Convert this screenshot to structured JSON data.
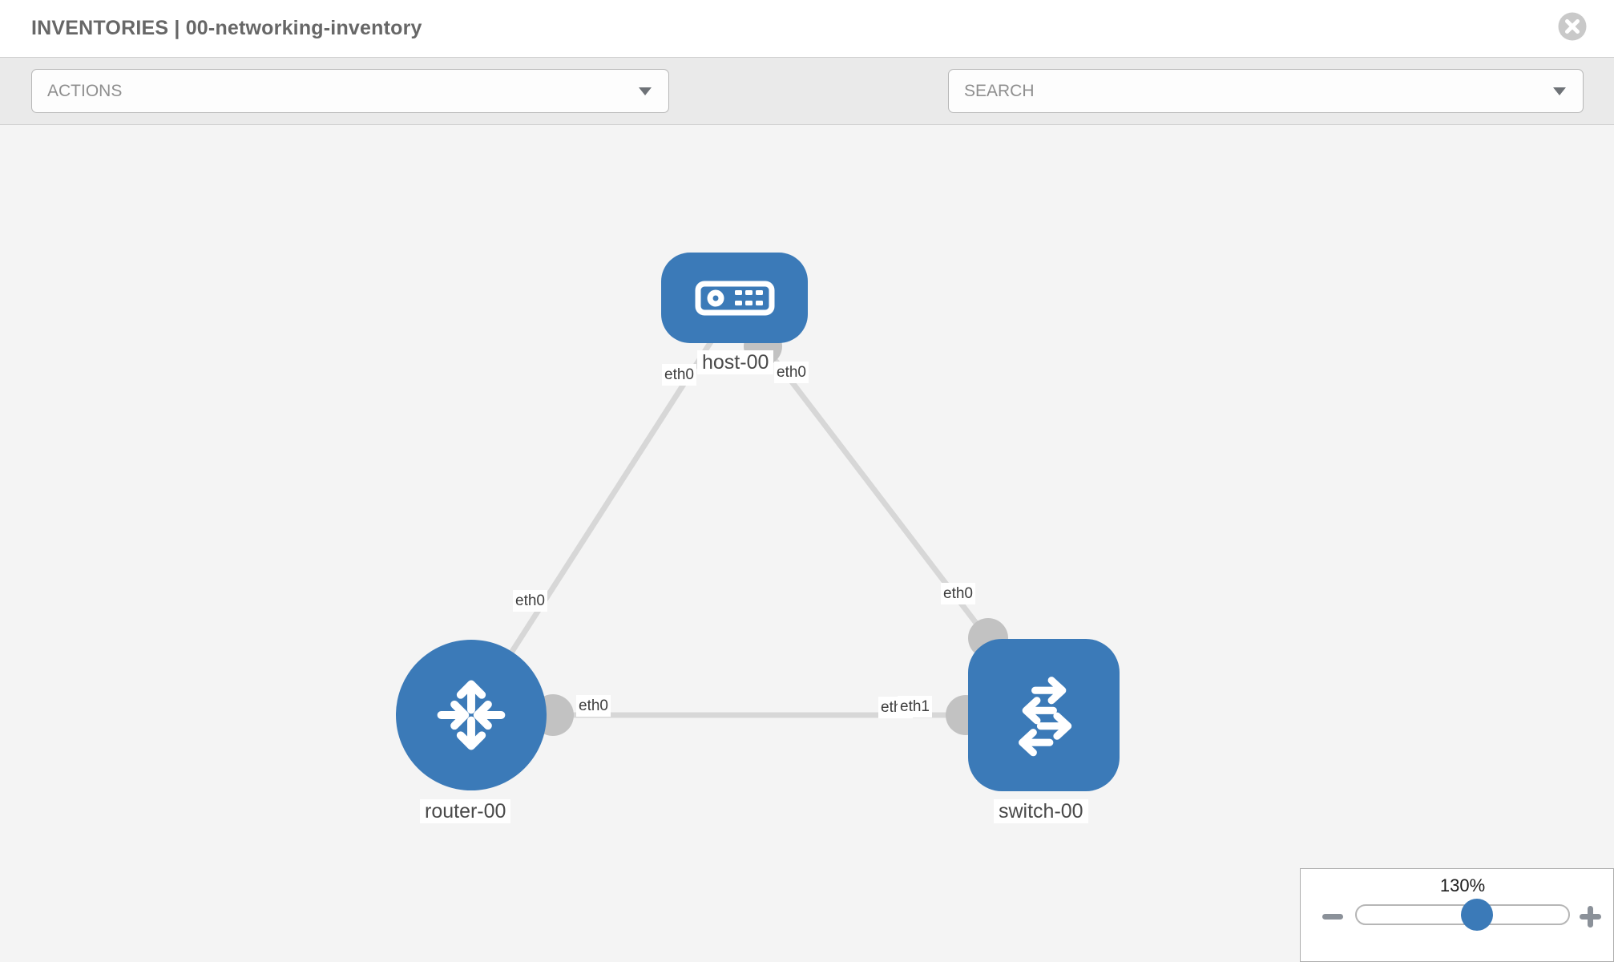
{
  "header": {
    "title": "INVENTORIES | 00-networking-inventory"
  },
  "toolbar": {
    "actions_label": "ACTIONS",
    "search_label": "SEARCH",
    "icons": [
      "wrench-icon",
      "key-icon"
    ]
  },
  "topology": {
    "nodes": [
      {
        "id": "host-00",
        "type": "host",
        "label": "host-00"
      },
      {
        "id": "router-00",
        "type": "router",
        "label": "router-00"
      },
      {
        "id": "switch-00",
        "type": "switch",
        "label": "switch-00"
      }
    ],
    "links": [
      {
        "from": "router-00",
        "to": "host-00",
        "from_port": "eth0",
        "to_port": "eth0"
      },
      {
        "from": "host-00",
        "to": "switch-00",
        "from_port": "eth0",
        "to_port": "eth0"
      },
      {
        "from": "router-00",
        "to": "switch-00",
        "from_port": "eth0",
        "to_port": "eth1"
      }
    ],
    "port_labels": [
      {
        "id": "host-left",
        "text": "eth0"
      },
      {
        "id": "host-right",
        "text": "eth0"
      },
      {
        "id": "link-router-host-mid",
        "text": "eth0"
      },
      {
        "id": "link-host-switch-mid",
        "text": "eth0"
      },
      {
        "id": "router-right",
        "text": "eth0"
      },
      {
        "id": "switch-left-back",
        "text": "eth0"
      },
      {
        "id": "switch-left-front",
        "text": "eth1"
      }
    ]
  },
  "zoom_control": {
    "level": "130%"
  },
  "colors": {
    "node_blue": "#3b7ab8",
    "link_gray": "#d7d7d7",
    "endpoint_gray": "#c2c2c2",
    "toolbar_bg": "#eaeaea",
    "canvas_bg": "#f4f4f4",
    "icon_gray": "#8b9199",
    "title_gray": "#676767"
  }
}
